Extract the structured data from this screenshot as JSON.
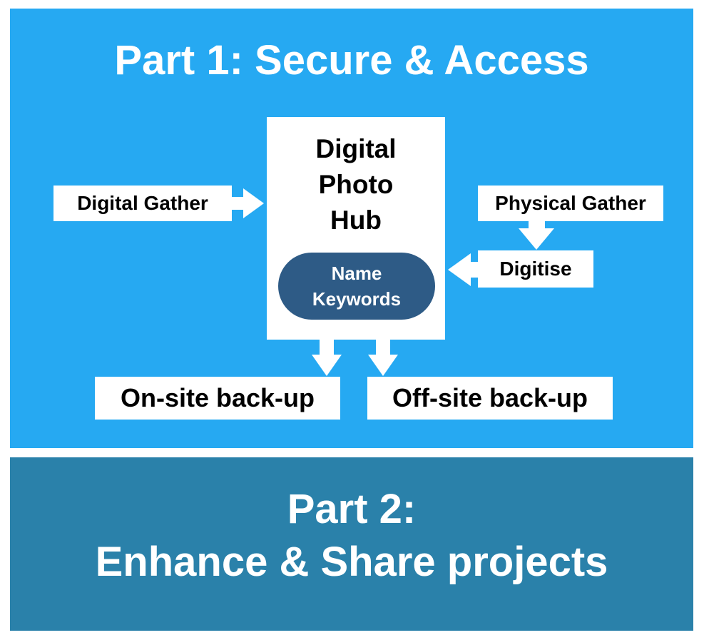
{
  "colors": {
    "part1_bg": "#26a9f2",
    "part2_bg": "#2a81aa",
    "pill_bg": "#2e5b86",
    "box_bg": "#ffffff",
    "arrow": "#ffffff"
  },
  "part1": {
    "title": "Part 1: Secure & Access",
    "hub": {
      "lines": [
        "Digital",
        "Photo",
        "Hub"
      ],
      "pill_lines": [
        "Name",
        "Keywords"
      ]
    },
    "digital_gather": "Digital Gather",
    "physical_gather": "Physical Gather",
    "digitise": "Digitise",
    "onsite_backup": "On-site back-up",
    "offsite_backup": "Off-site back-up"
  },
  "part2": {
    "title_line1": "Part 2:",
    "title_line2": "Enhance & Share projects"
  }
}
